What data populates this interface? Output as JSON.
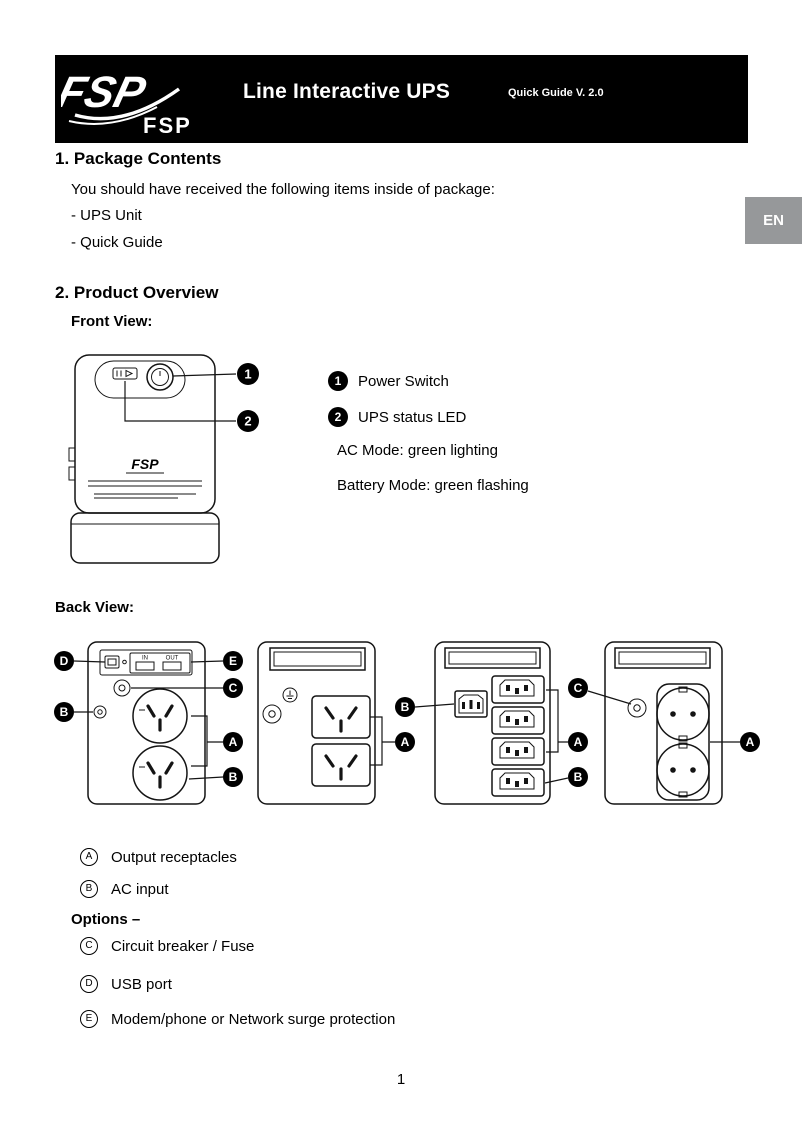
{
  "header": {
    "title": "Line Interactive UPS",
    "version": "Quick Guide V. 2.0",
    "logo": "FSP"
  },
  "language_tab": "EN",
  "package": {
    "heading": "1. Package Contents",
    "intro": "You should have received the following items inside of package:",
    "items": [
      "- UPS Unit",
      "- Quick Guide"
    ]
  },
  "overview": {
    "heading": "2. Product Overview",
    "front_label": "Front View:",
    "front_device_logo": "FSP",
    "front_items": [
      {
        "num": "1",
        "text": "Power Switch"
      },
      {
        "num": "2",
        "text": "UPS status LED"
      }
    ],
    "front_notes": [
      "AC Mode: green lighting",
      "Battery Mode: green flashing"
    ],
    "back_label": "Back View:",
    "port_in_label": "IN",
    "port_out_label": "OUT",
    "legend": [
      {
        "letter": "A",
        "text": "Output receptacles"
      },
      {
        "letter": "B",
        "text": "AC input"
      }
    ],
    "options_label": "Options –",
    "options": [
      {
        "letter": "C",
        "text": "Circuit breaker / Fuse"
      },
      {
        "letter": "D",
        "text": "USB port"
      },
      {
        "letter": "E",
        "text": "Modem/phone or Network surge protection"
      }
    ]
  },
  "letters": {
    "A": "A",
    "B": "B",
    "C": "C",
    "D": "D",
    "E": "E",
    "n1": "1",
    "n2": "2"
  },
  "page_number": "1",
  "colors": {
    "header_bg": "#000000",
    "lang_tab_bg": "#96989a",
    "text": "#000000"
  }
}
